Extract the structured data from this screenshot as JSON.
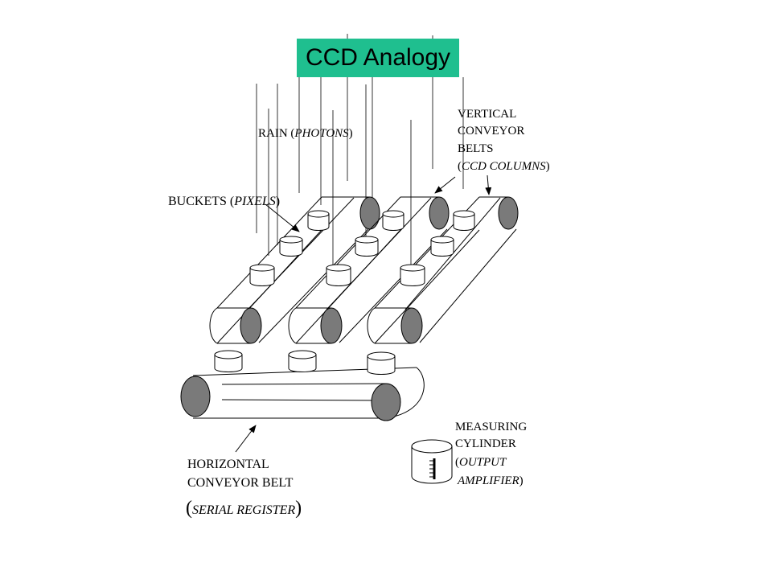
{
  "title": "CCD Analogy",
  "colors": {
    "title_background": "#1fbf8f",
    "roller_end": "#7a7a7a",
    "line": "#000000",
    "background": "#ffffff"
  },
  "labels": {
    "rain": {
      "main": "RAIN (",
      "italic": "PHOTONS",
      "close": ")"
    },
    "buckets": {
      "main": "BUCKETS (",
      "italic": "PIXELS",
      "close": ")"
    },
    "vertical_belts": {
      "line1": "VERTICAL",
      "line2": "CONVEYOR",
      "line3": "BELTS",
      "line4_open": "(",
      "line4_italic": "CCD COLUMNS",
      "line4_close": ")"
    },
    "horizontal_belt": {
      "line1": "HORIZONTAL",
      "line2": "CONVEYOR BELT",
      "line3_open": "(",
      "line3_italic": "SERIAL REGISTER",
      "line3_close": ")"
    },
    "measuring_cylinder": {
      "line1": "MEASURING",
      "line2": "CYLINDER",
      "line3_open": "(",
      "line3_italic": "OUTPUT",
      "line4_italic": "AMPLIFIER",
      "line4_close": ")"
    }
  },
  "icons": [
    "rain-line",
    "bucket-icon",
    "belt-roller-icon",
    "arrow-icon",
    "measuring-cylinder-icon"
  ]
}
